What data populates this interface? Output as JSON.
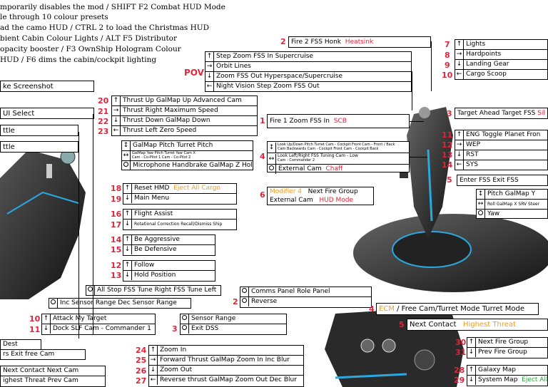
{
  "top_notes": [
    "mporarily disables the mod / SHIFT F2 Combat HUD Mode",
    "le through 10 colour presets",
    "ad the camo HUD / CTRL 2 to load the Christmas HUD",
    "bient Cabin Colour Lights / ALT F5 Distributor",
    "opacity booster / F3 OwnShip Hologram Colour",
    "HUD / F6 dims the cabin/cockpit lighting"
  ],
  "left_labels": [
    "ke Screenshot",
    "UI Select",
    "ttle",
    "ttle"
  ],
  "fire2": {
    "num": "2",
    "text": "Fire 2   FSS Honk",
    "extra": "Heatsink"
  },
  "pov_label": "POV",
  "pov_rows": [
    {
      "sym": "↑",
      "text": "Step Zoom FSS In    Supercruise"
    },
    {
      "sym": "→",
      "text": "Orbit Lines"
    },
    {
      "sym": "↓",
      "text": "Zoom FSS Out    Hyperspace/Supercruise"
    },
    {
      "sym": "←",
      "text": "Night Vision    Step Zoom FSS Out"
    }
  ],
  "fire1": {
    "num": "1",
    "text": "Fire 1   Zoom FSS In",
    "extra": "SCB"
  },
  "box4": {
    "num": "4",
    "row1": "Look Up/Down   Pitch Turret   Cam - Cockpit Front   Cam - Front / Back",
    "row1b": "Cam Backwards   Cam - Cockpit Front   Cam - Cockpit Back",
    "row2": "Look Left/Right   FSS Tuning   Cam - Low",
    "row2b": "Cam - Commander 2",
    "row3": "External Cam",
    "row3extra": "Chaff"
  },
  "box6": {
    "num": "6",
    "line1a": "Modifier 4",
    "line1b": "Next Fire Group",
    "line2a": "External Cam",
    "line2b": "HUD Mode"
  },
  "right_top": [
    {
      "num": "7",
      "sym": "↑",
      "text": "Lights"
    },
    {
      "num": "8",
      "sym": "→",
      "text": "Hardpoints"
    },
    {
      "num": "9",
      "sym": "↓",
      "text": "Landing Gear"
    },
    {
      "num": "10",
      "sym": "←",
      "text": "Cargo Scoop"
    }
  ],
  "target_ahead": {
    "num": "3",
    "text": "Target Ahead  Target FSS",
    "extra": "Sil"
  },
  "right_mid": [
    {
      "num": "11",
      "sym": "↑",
      "text": "ENG   Toggle Planet Fron"
    },
    {
      "num": "12",
      "sym": "→",
      "text": "WEP"
    },
    {
      "num": "13",
      "sym": "↓",
      "text": "RST"
    },
    {
      "num": "14",
      "sym": "←",
      "text": "SYS"
    }
  ],
  "enter_fss": {
    "num": "5",
    "text": "Enter FSS   Exit FSS"
  },
  "pitch_box": {
    "row1": "Pitch   GalMap Y",
    "row2": "Roll   GalMap X   SRV Steer",
    "row3": "Yaw"
  },
  "center_rows_a": [
    {
      "num": "20",
      "sym": "↑",
      "text": "Thrust Up    GalMap Up    Advanced Cam"
    },
    {
      "num": "21",
      "sym": "→",
      "text": "Thrust Right    Maximum Speed"
    },
    {
      "num": "22",
      "sym": "↓",
      "text": "Thrust Down    GalMap Down"
    },
    {
      "num": "23",
      "sym": "←",
      "text": "Thrust Left    Zero Speed"
    }
  ],
  "galmap_box": {
    "row1": "GalMap Pitch    Turret Pitch",
    "row1b": "GalMap Yaw    Pitch    Turret Yaw    Cam X",
    "row1c": "Cam - Co-Pilot 1    Cam - Co-Pilot 2",
    "row2": "Microphone    Handbrake    GalMap Z Hold"
  },
  "box18": {
    "num18": "18",
    "num19": "19",
    "row1": "Reset HMD",
    "row1extra": "Eject All Cargo",
    "row2": "Main Menu"
  },
  "box16": {
    "num16": "16",
    "num17": "17",
    "row1": "Flight Assist",
    "row2": "Rotational Correction    Recall/Dismiss Ship"
  },
  "box14": {
    "num14": "14",
    "num15": "15",
    "row1": "Be Aggressive",
    "row2": "Be Defensive"
  },
  "box12": {
    "num12": "12",
    "num13": "13",
    "row1": "Follow",
    "row2": "Hold Position"
  },
  "all_stop": "All Stop    FSS Tune Right    FSS Tune Left",
  "inc_sensor": "Inc Sensor Range    Dec Sensor Range",
  "comms": {
    "row1": "Comms Panel    Role Panel",
    "row2": "Reverse",
    "num2": "2"
  },
  "ecm": {
    "num": "4",
    "extra": "ECM",
    "text": " / Free Cam/Turret Mode Turret Mode"
  },
  "attack": {
    "num10": "10",
    "num11": "11",
    "row1": "Attack My Target",
    "row2": "Dock SLF    Cam - Commander 1"
  },
  "sensor": {
    "num": "3",
    "row1": "Sensor Range",
    "row2": "Exit DSS"
  },
  "next_contact": {
    "num": "5",
    "text": "Next Contact",
    "extra": "Highest Threat"
  },
  "fire_group": {
    "num30": "30",
    "num31": "31",
    "row1": "Next Fire Group",
    "row2": "Prev Fire Group"
  },
  "left_bottom": [
    {
      "text": "Dest"
    },
    {
      "text": "rs   Exit free Cam"
    },
    {
      "text": "Next Contact    Next Cam"
    },
    {
      "text": "ighest Threat    Prev Cam"
    }
  ],
  "zoom_rows": [
    {
      "num": "24",
      "sym": "↑",
      "text": "Zoom In"
    },
    {
      "num": "25",
      "sym": "→",
      "text": "Forward Thrust    GalMap Zoom In    Inc Blur"
    },
    {
      "num": "26",
      "sym": "↓",
      "text": "Zoom Out"
    },
    {
      "num": "27",
      "sym": "←",
      "text": "Reverse thrust    GalMap Zoom Out    Dec Blur"
    }
  ],
  "galaxy": {
    "num28": "28",
    "num29": "29",
    "row1": "Galaxy Map",
    "row2": "System Map",
    "row2extra": "Eject All"
  }
}
